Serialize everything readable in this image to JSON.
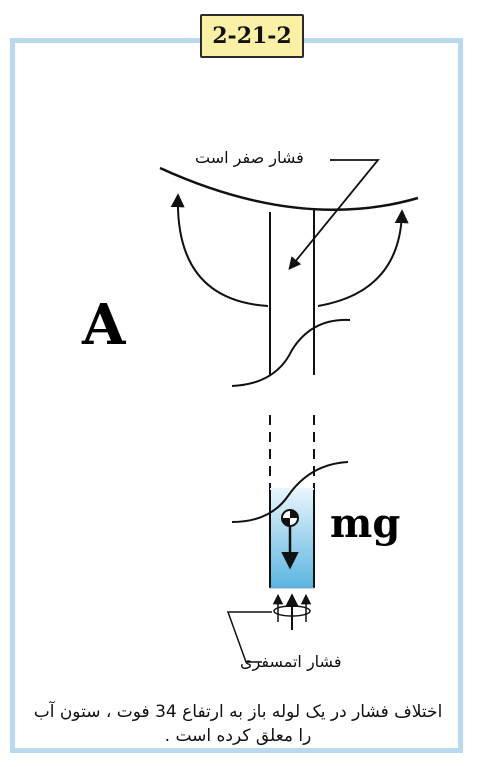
{
  "figure_tag": "2-21-2",
  "labels": {
    "zero_pressure": "فشار صفر است",
    "atmospheric_pressure": "فشار اتمسفری",
    "area": "A",
    "weight": "mg"
  },
  "caption": "اختلاف فشار در یک لوله باز به ارتفاع 34 فوت ، ستون آب را معلق کرده است .",
  "colors": {
    "frame_border": "#b9d9ef",
    "tag_background": "#fbf1a6",
    "water": "#5ab4e0"
  }
}
